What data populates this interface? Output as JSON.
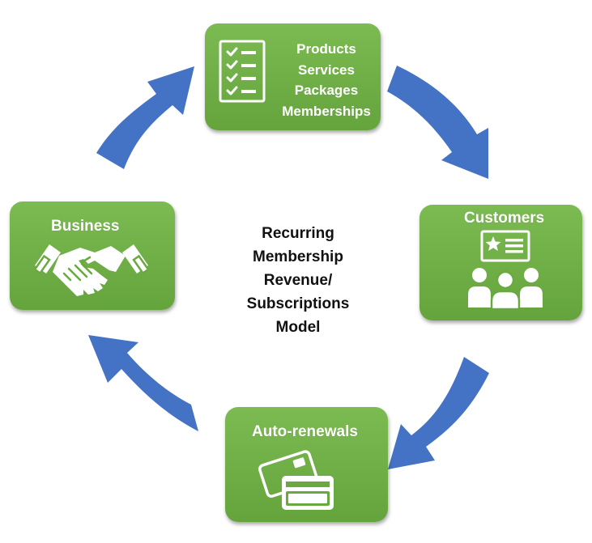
{
  "colors": {
    "box_green": "#70b049",
    "arrow_blue": "#4472c4",
    "text_white": "#ffffff",
    "center_text": "#111111"
  },
  "center": {
    "lines": [
      "Recurring",
      "Membership",
      "Revenue/",
      "Subscriptions",
      "Model"
    ]
  },
  "offerings": {
    "icon": "checklist-icon",
    "items": [
      "Products",
      "Services",
      "Packages",
      "Memberships"
    ]
  },
  "customers": {
    "label": "Customers",
    "icon": "customers-star-card-icon"
  },
  "renewals": {
    "label": "Auto-renewals",
    "icon": "credit-cards-icon"
  },
  "business": {
    "label": "Business",
    "icon": "handshake-icon"
  },
  "cycle": {
    "direction": "clockwise",
    "arrows": [
      "offerings-to-customers",
      "customers-to-renewals",
      "renewals-to-business",
      "business-to-offerings"
    ]
  }
}
